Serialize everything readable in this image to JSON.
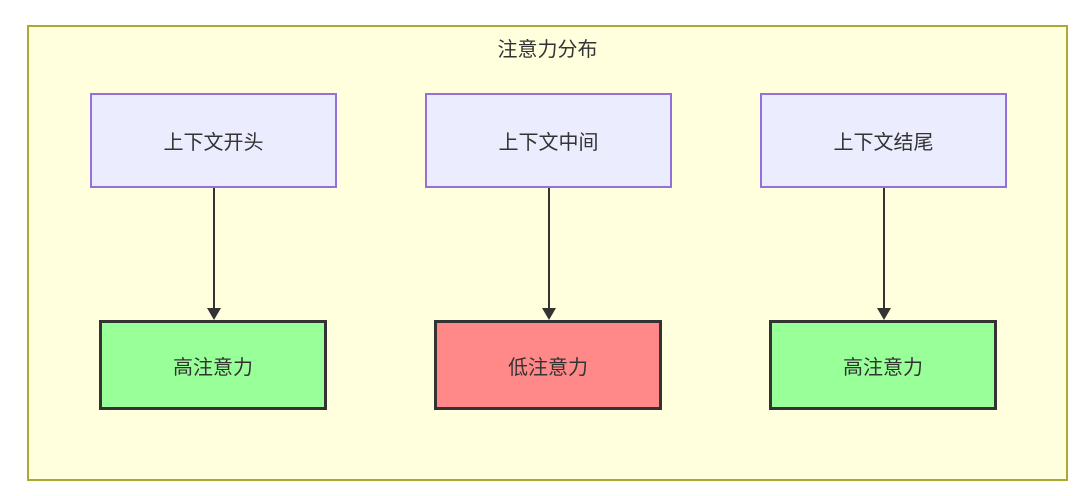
{
  "diagram": {
    "title": "注意力分布",
    "columns": [
      {
        "source": "上下文开头",
        "target": "高注意力",
        "level": "high"
      },
      {
        "source": "上下文中间",
        "target": "低注意力",
        "level": "low"
      },
      {
        "source": "上下文结尾",
        "target": "高注意力",
        "level": "high"
      }
    ],
    "colors": {
      "container_bg": "#ffffde",
      "container_border": "#aaaa33",
      "source_node_bg": "#ececff",
      "source_node_border": "#9370db",
      "high_attention_bg": "#99ff99",
      "low_attention_bg": "#ff8888",
      "attention_node_border": "#333333",
      "arrow": "#333333",
      "text": "#333333"
    }
  }
}
